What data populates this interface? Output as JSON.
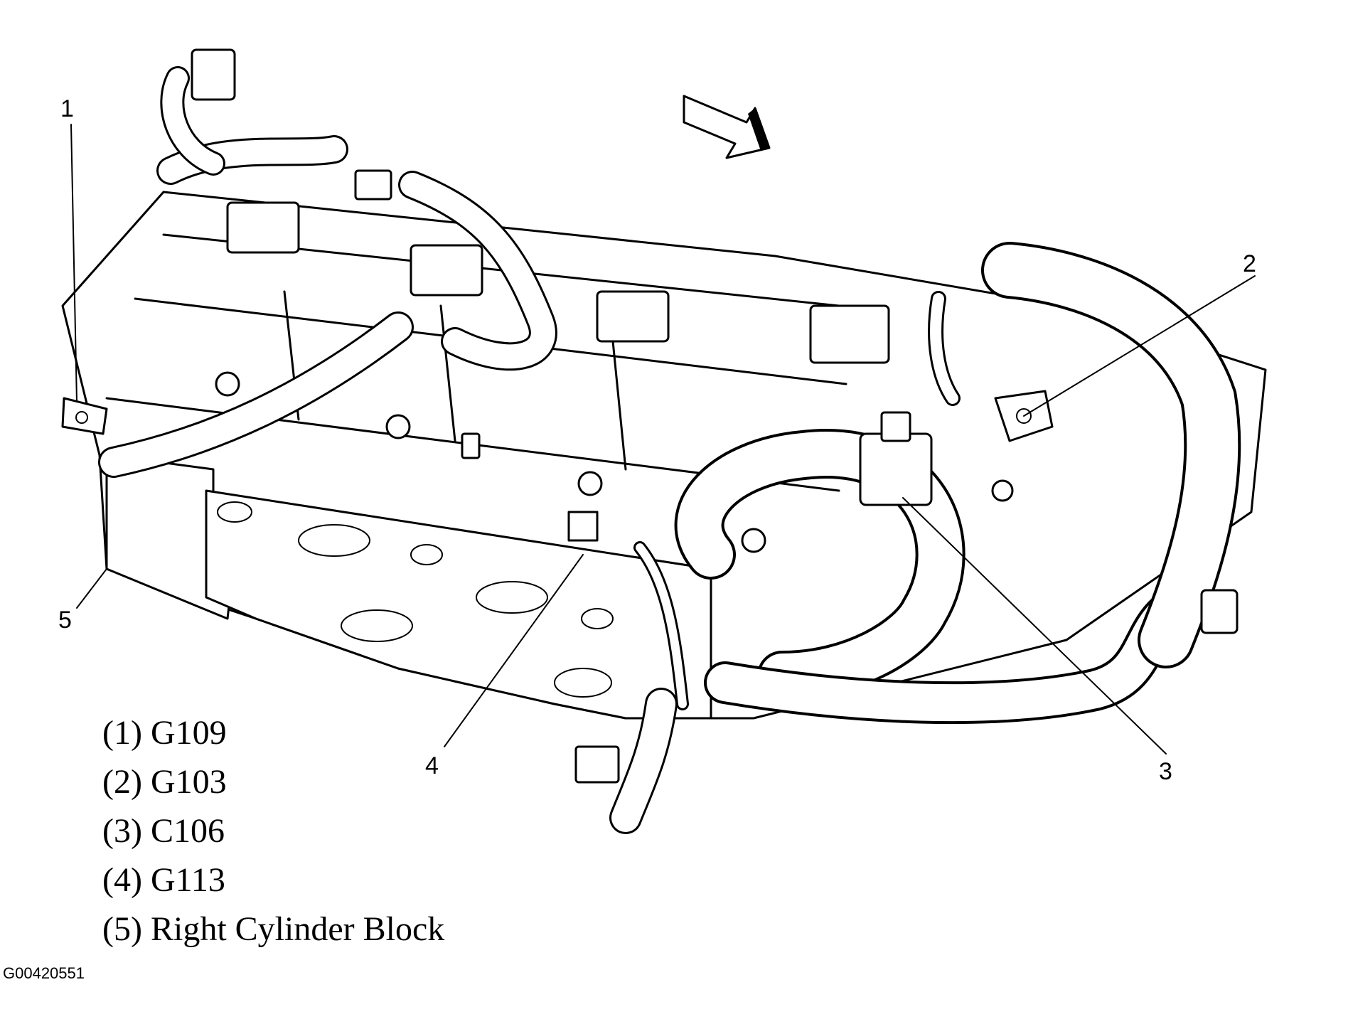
{
  "callouts": [
    {
      "id": "1",
      "label": "1"
    },
    {
      "id": "2",
      "label": "2"
    },
    {
      "id": "3",
      "label": "3"
    },
    {
      "id": "4",
      "label": "4"
    },
    {
      "id": "5",
      "label": "5"
    }
  ],
  "legend": [
    "(1) G109",
    "(2) G103",
    "(3) C106",
    "(4) G113",
    "(5) Right Cylinder Block"
  ],
  "figure_id": "G00420551"
}
